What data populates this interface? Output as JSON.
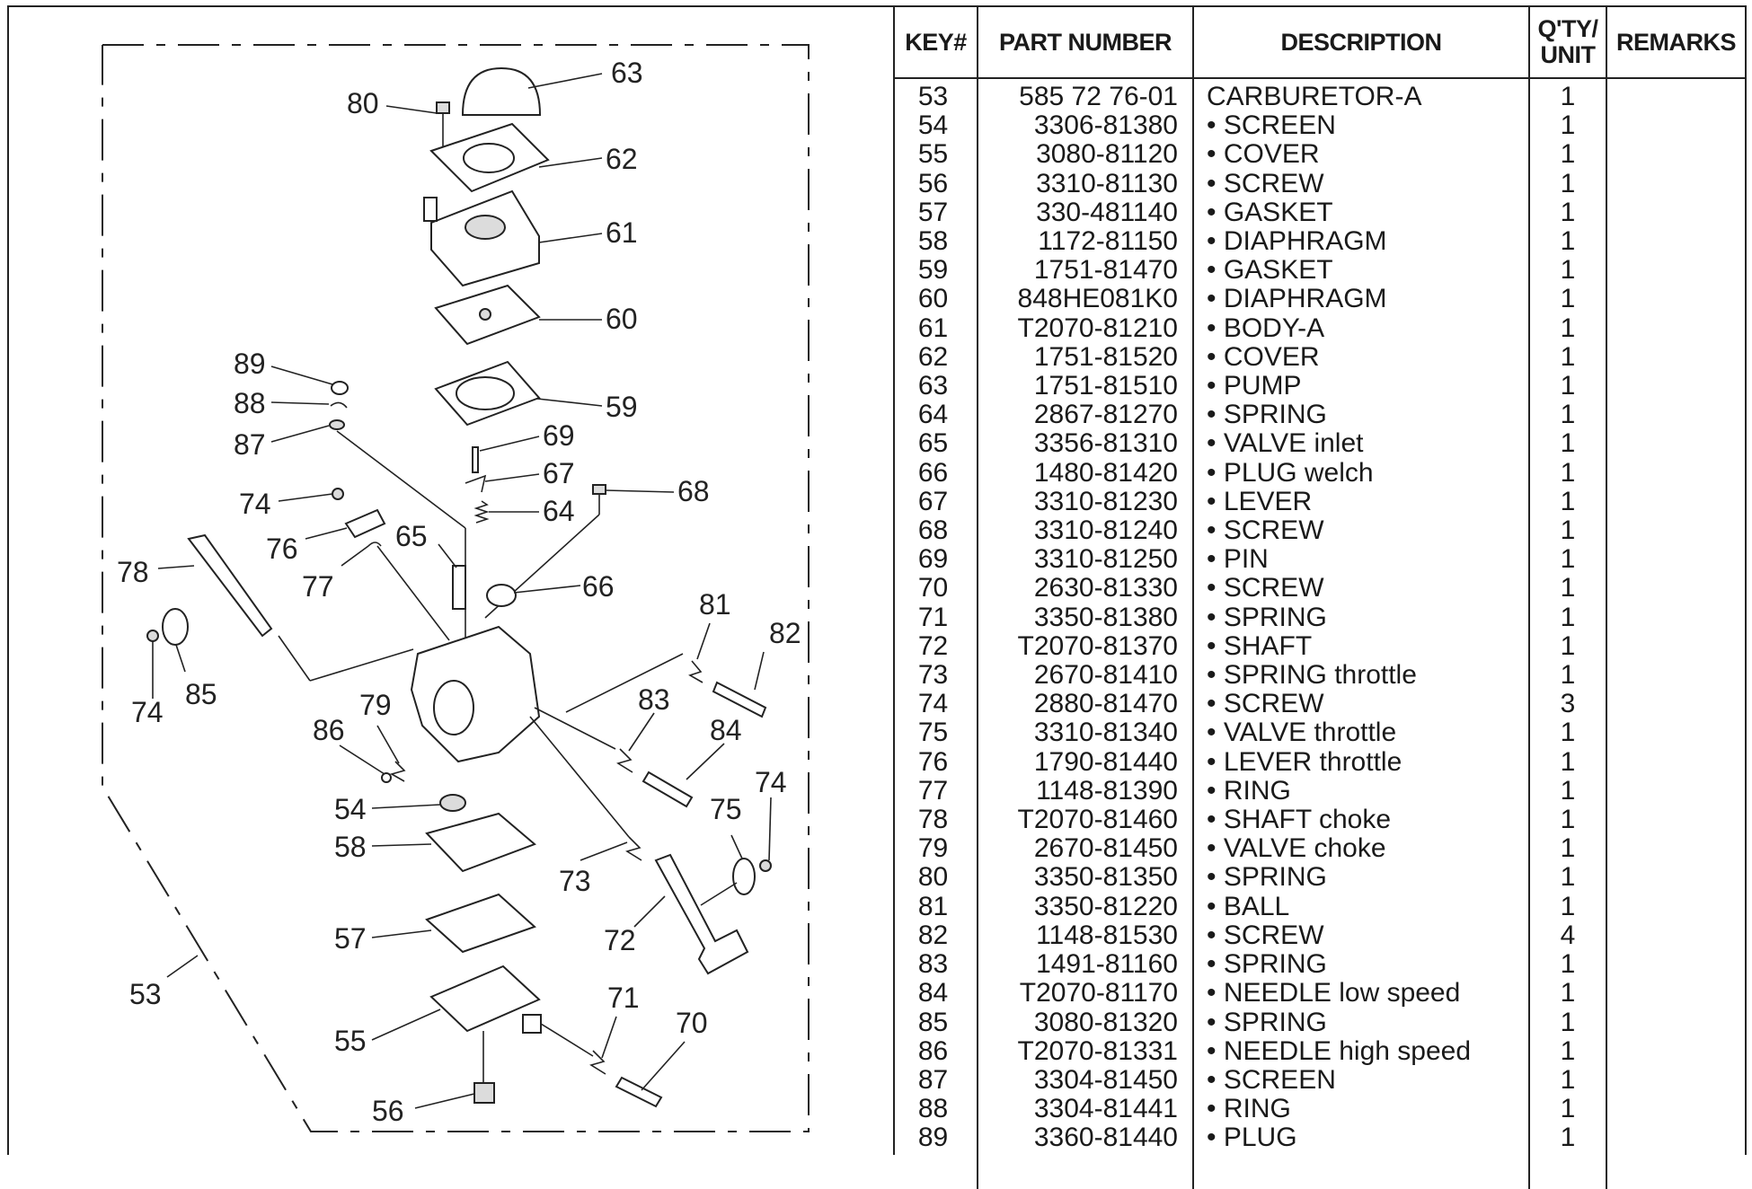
{
  "diagram": {
    "callouts": [
      "53",
      "54",
      "55",
      "56",
      "57",
      "58",
      "59",
      "60",
      "61",
      "62",
      "63",
      "64",
      "65",
      "66",
      "67",
      "68",
      "69",
      "70",
      "71",
      "72",
      "73",
      "74",
      "74",
      "74",
      "75",
      "76",
      "77",
      "78",
      "79",
      "80",
      "81",
      "82",
      "83",
      "84",
      "85",
      "86",
      "87",
      "88",
      "89"
    ]
  },
  "table": {
    "headers": {
      "key": "KEY#",
      "part_number": "PART NUMBER",
      "description": "DESCRIPTION",
      "qty_line1": "Q'TY/",
      "qty_line2": "UNIT",
      "remarks": "REMARKS"
    },
    "rows": [
      {
        "key": "53",
        "pn": "585 72 76-01",
        "desc": "CARBURETOR-A",
        "qty": "1",
        "remarks": ""
      },
      {
        "key": "54",
        "pn": "3306-81380",
        "desc": "• SCREEN",
        "qty": "1",
        "remarks": ""
      },
      {
        "key": "55",
        "pn": "3080-81120",
        "desc": "• COVER",
        "qty": "1",
        "remarks": ""
      },
      {
        "key": "56",
        "pn": "3310-81130",
        "desc": "• SCREW",
        "qty": "1",
        "remarks": ""
      },
      {
        "key": "57",
        "pn": "330-481140",
        "desc": "• GASKET",
        "qty": "1",
        "remarks": ""
      },
      {
        "key": "58",
        "pn": "1172-81150",
        "desc": "• DIAPHRAGM",
        "qty": "1",
        "remarks": ""
      },
      {
        "key": "59",
        "pn": "1751-81470",
        "desc": "• GASKET",
        "qty": "1",
        "remarks": ""
      },
      {
        "key": "60",
        "pn": "848HE081K0",
        "desc": "• DIAPHRAGM",
        "qty": "1",
        "remarks": ""
      },
      {
        "key": "61",
        "pn": "T2070-81210",
        "desc": "• BODY-A",
        "qty": "1",
        "remarks": ""
      },
      {
        "key": "62",
        "pn": "1751-81520",
        "desc": "• COVER",
        "qty": "1",
        "remarks": ""
      },
      {
        "key": "63",
        "pn": "1751-81510",
        "desc": "• PUMP",
        "qty": "1",
        "remarks": ""
      },
      {
        "key": "64",
        "pn": "2867-81270",
        "desc": "• SPRING",
        "qty": "1",
        "remarks": ""
      },
      {
        "key": "65",
        "pn": "3356-81310",
        "desc": "• VALVE inlet",
        "qty": "1",
        "remarks": ""
      },
      {
        "key": "66",
        "pn": "1480-81420",
        "desc": "• PLUG welch",
        "qty": "1",
        "remarks": ""
      },
      {
        "key": "67",
        "pn": "3310-81230",
        "desc": "• LEVER",
        "qty": "1",
        "remarks": ""
      },
      {
        "key": "68",
        "pn": "3310-81240",
        "desc": "• SCREW",
        "qty": "1",
        "remarks": ""
      },
      {
        "key": "69",
        "pn": "3310-81250",
        "desc": "• PIN",
        "qty": "1",
        "remarks": ""
      },
      {
        "key": "70",
        "pn": "2630-81330",
        "desc": "• SCREW",
        "qty": "1",
        "remarks": ""
      },
      {
        "key": "71",
        "pn": "3350-81380",
        "desc": "• SPRING",
        "qty": "1",
        "remarks": ""
      },
      {
        "key": "72",
        "pn": "T2070-81370",
        "desc": "• SHAFT",
        "qty": "1",
        "remarks": ""
      },
      {
        "key": "73",
        "pn": "2670-81410",
        "desc": "• SPRING throttle",
        "qty": "1",
        "remarks": ""
      },
      {
        "key": "74",
        "pn": "2880-81470",
        "desc": "• SCREW",
        "qty": "3",
        "remarks": ""
      },
      {
        "key": "75",
        "pn": "3310-81340",
        "desc": "• VALVE throttle",
        "qty": "1",
        "remarks": ""
      },
      {
        "key": "76",
        "pn": "1790-81440",
        "desc": "• LEVER throttle",
        "qty": "1",
        "remarks": ""
      },
      {
        "key": "77",
        "pn": "1148-81390",
        "desc": "• RING",
        "qty": "1",
        "remarks": ""
      },
      {
        "key": "78",
        "pn": "T2070-81460",
        "desc": "• SHAFT choke",
        "qty": "1",
        "remarks": ""
      },
      {
        "key": "79",
        "pn": "2670-81450",
        "desc": "• VALVE choke",
        "qty": "1",
        "remarks": ""
      },
      {
        "key": "80",
        "pn": "3350-81350",
        "desc": "• SPRING",
        "qty": "1",
        "remarks": ""
      },
      {
        "key": "81",
        "pn": "3350-81220",
        "desc": "• BALL",
        "qty": "1",
        "remarks": ""
      },
      {
        "key": "82",
        "pn": "1148-81530",
        "desc": "• SCREW",
        "qty": "4",
        "remarks": ""
      },
      {
        "key": "83",
        "pn": "1491-81160",
        "desc": "• SPRING",
        "qty": "1",
        "remarks": ""
      },
      {
        "key": "84",
        "pn": "T2070-81170",
        "desc": "• NEEDLE low speed",
        "qty": "1",
        "remarks": ""
      },
      {
        "key": "85",
        "pn": "3080-81320",
        "desc": "• SPRING",
        "qty": "1",
        "remarks": ""
      },
      {
        "key": "86",
        "pn": "T2070-81331",
        "desc": "• NEEDLE high speed",
        "qty": "1",
        "remarks": ""
      },
      {
        "key": "87",
        "pn": "3304-81450",
        "desc": "• SCREEN",
        "qty": "1",
        "remarks": ""
      },
      {
        "key": "88",
        "pn": "3304-81441",
        "desc": "• RING",
        "qty": "1",
        "remarks": ""
      },
      {
        "key": "89",
        "pn": "3360-81440",
        "desc": "• PLUG",
        "qty": "1",
        "remarks": ""
      }
    ]
  }
}
